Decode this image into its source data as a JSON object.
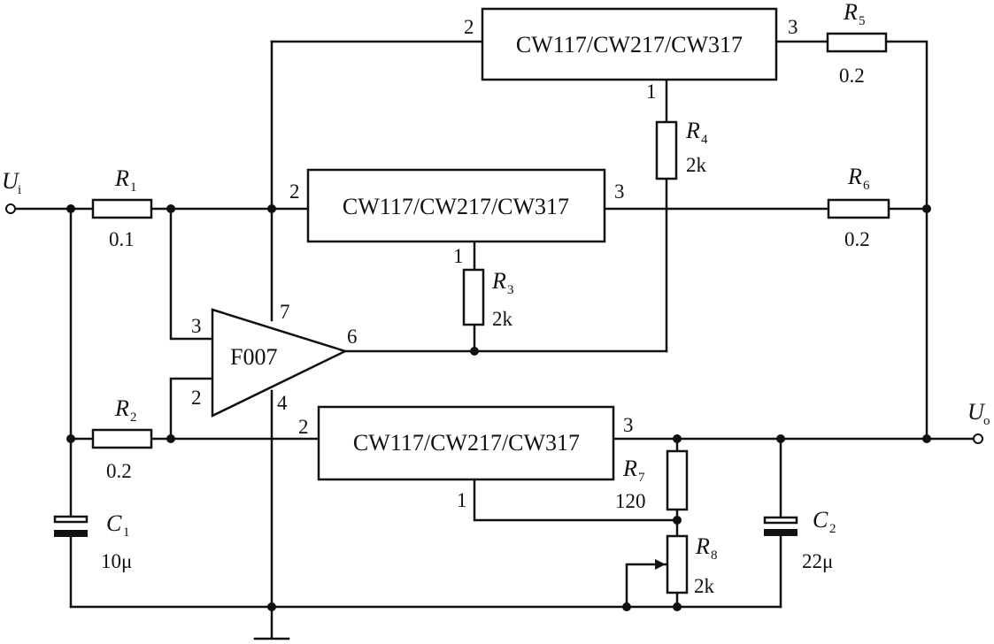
{
  "regulators": {
    "top": {
      "label": "CW117/CW217/CW317",
      "pin_in": "2",
      "pin_out": "3",
      "pin_adj": "1"
    },
    "middle": {
      "label": "CW117/CW217/CW317",
      "pin_in": "2",
      "pin_out": "3",
      "pin_adj": "1"
    },
    "bottom": {
      "label": "CW117/CW217/CW317",
      "pin_in": "2",
      "pin_out": "3",
      "pin_adj": "1"
    }
  },
  "opamp": {
    "label": "F007",
    "pin_noninv": "3",
    "pin_inv": "2",
    "pin_out": "6",
    "pin_vplus": "7",
    "pin_vminus": "4"
  },
  "resistors": {
    "r1": {
      "letter": "R",
      "sub": "1",
      "value": "0.1"
    },
    "r2": {
      "letter": "R",
      "sub": "2",
      "value": "0.2"
    },
    "r3": {
      "letter": "R",
      "sub": "3",
      "value": "2k"
    },
    "r4": {
      "letter": "R",
      "sub": "4",
      "value": "2k"
    },
    "r5": {
      "letter": "R",
      "sub": "5",
      "value": "0.2"
    },
    "r6": {
      "letter": "R",
      "sub": "6",
      "value": "0.2"
    },
    "r7": {
      "letter": "R",
      "sub": "7",
      "value": "120"
    },
    "r8": {
      "letter": "R",
      "sub": "8",
      "value": "2k"
    }
  },
  "capacitors": {
    "c1": {
      "letter": "C",
      "sub": "1",
      "value": "10μ"
    },
    "c2": {
      "letter": "C",
      "sub": "2",
      "value": "22μ"
    }
  },
  "terminals": {
    "input": {
      "letter": "U",
      "sub": "i"
    },
    "output": {
      "letter": "U",
      "sub": "o"
    }
  }
}
